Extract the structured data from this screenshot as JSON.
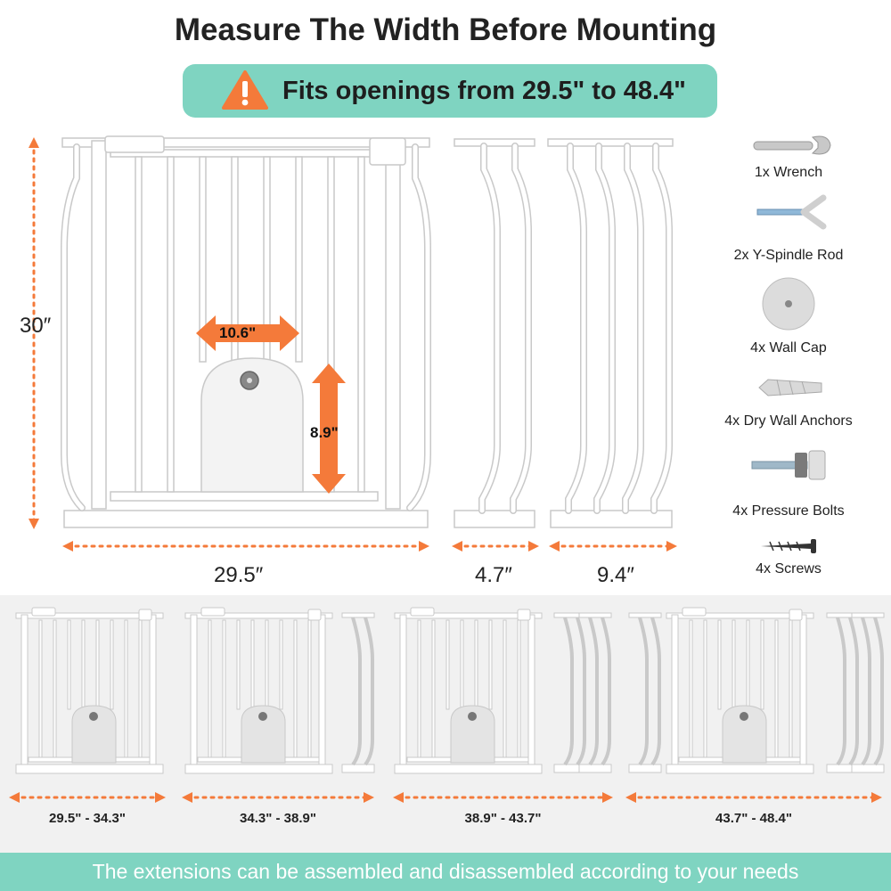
{
  "title": "Measure The Width Before Mounting",
  "banner": {
    "icon": "warning-icon",
    "text": "Fits openings from 29.5\" to 48.4\""
  },
  "dimensions": {
    "height": "30″",
    "door_width": "10.6\"",
    "door_height": "8.9\"",
    "gate_width": "29.5″",
    "ext_small": "4.7″",
    "ext_large": "9.4″"
  },
  "accessories": [
    {
      "label": "1x Wrench",
      "icon": "wrench-icon"
    },
    {
      "label": "2x Y-Spindle Rod",
      "icon": "y-spindle-rod-icon"
    },
    {
      "label": "4x Wall Cap",
      "icon": "wall-cap-icon"
    },
    {
      "label": "4x Dry Wall Anchors",
      "icon": "drywall-anchor-icon"
    },
    {
      "label": "4x Pressure Bolts",
      "icon": "pressure-bolt-icon"
    },
    {
      "label": "4x Screws",
      "icon": "screw-icon"
    }
  ],
  "configurations": [
    {
      "range": "29.5\" - 34.3\""
    },
    {
      "range": "34.3\" - 38.9\""
    },
    {
      "range": "38.9\" - 43.7\""
    },
    {
      "range": "43.7\" - 48.4\""
    }
  ],
  "footer": {
    "text": "The extensions can be assembled and disassembled according to your needs"
  },
  "colors": {
    "accent": "#f47a3a",
    "teal": "#7fd4c1",
    "gate": "#ffffff",
    "outline": "#c9c9c9"
  }
}
